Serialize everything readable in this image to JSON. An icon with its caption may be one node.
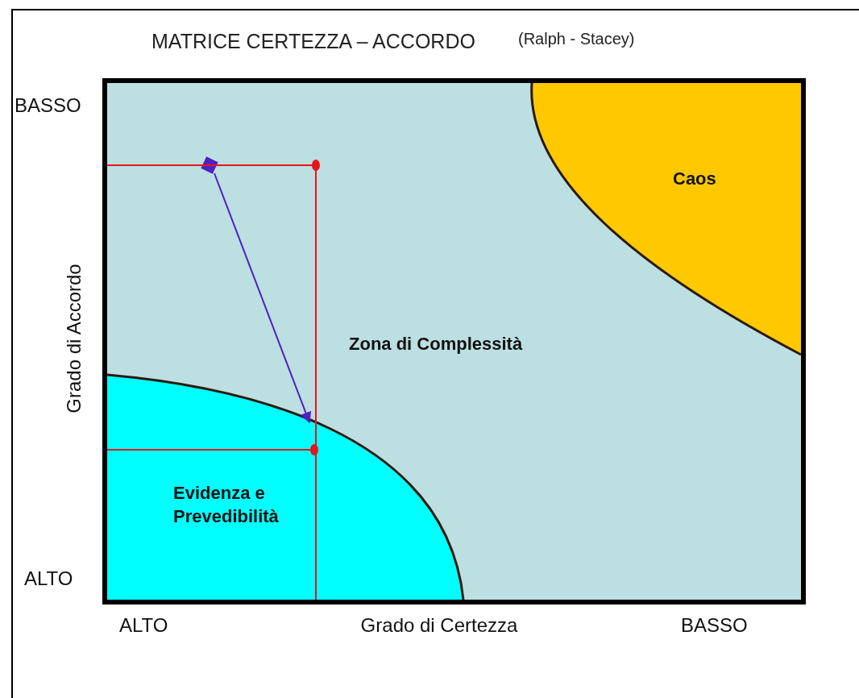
{
  "diagram": {
    "title": "MATRICE CERTEZZA – ACCORDO",
    "nodes": [
      {
        "text": [
          "Zona di Complessità"
        ]
      },
      {
        "text": [
          "Caos"
        ],
        "in": 0
      },
      {
        "text": [
          "Evidenza e Prevedibilità"
        ],
        "in": 0
      },
      {
        "text": [],
        "shape": "box",
        "in": 0
      }
    ],
    "edges": [
      {
        "from": 3,
        "to": 2,
        "arrow": "to"
      }
    ],
    "labels": [
      "(Ralph - Stacey)",
      "BASSO",
      "Grado di Accordo",
      "ALTO",
      "ALTO",
      "Grado di Certezza",
      "BASSO"
    ]
  }
}
